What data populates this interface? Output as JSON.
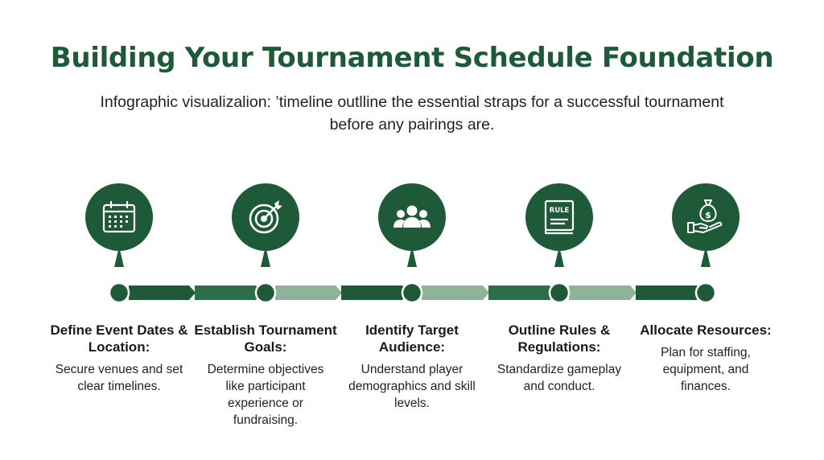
{
  "title": "Building Your Tournament Schedule Foundation",
  "subtitle": "Infographic visualizalion: ’timeline  outlline the essential straps for a successful tournament before any pairings are.",
  "colors": {
    "dark_green": "#1e5a37",
    "mid_green": "#2d6d47",
    "light_green": "#8fb39a"
  },
  "steps": [
    {
      "icon": "calendar-icon",
      "heading": "Define Event Dates & Location:",
      "description": "Secure venues and set clear timelines."
    },
    {
      "icon": "target-icon",
      "heading": "Establish Tournament Goals:",
      "description": "Determine objectives like participant experience or fundraising."
    },
    {
      "icon": "people-icon",
      "heading": "Identify Target Audience:",
      "description": "Understand player demographics and skill levels."
    },
    {
      "icon": "rulebook-icon",
      "heading": "Outline Rules & Regulations:",
      "description": "Standardize gameplay and conduct.",
      "icon_text": "RULE"
    },
    {
      "icon": "money-bag-hand-icon",
      "heading": "Allocate Resources:",
      "description": "Plan for staffing, equipment, and finances.",
      "icon_text": "$"
    }
  ]
}
